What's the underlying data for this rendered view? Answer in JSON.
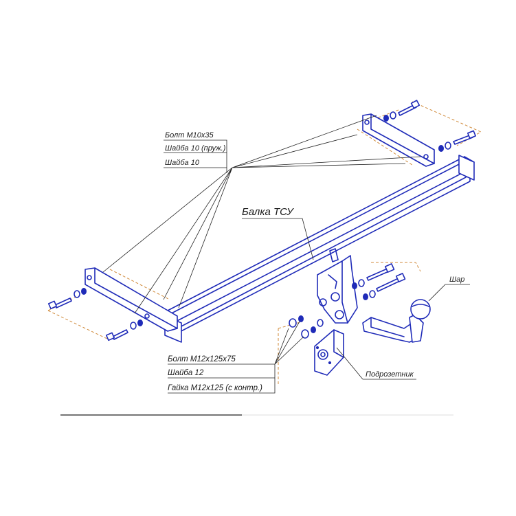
{
  "labels": {
    "bolt_m10": "Болт М10х35",
    "washer_10_spring": "Шайба 10 (пруж.)",
    "washer_10": "Шайба 10",
    "beam": "Балка ТСУ",
    "ball": "Шар",
    "bolt_m12": "Болт М12х125х75",
    "washer_12": "Шайба 12",
    "nut_m12": "Гайка М12х125 (с контр.)",
    "socket_plate": "Подрозетник"
  }
}
